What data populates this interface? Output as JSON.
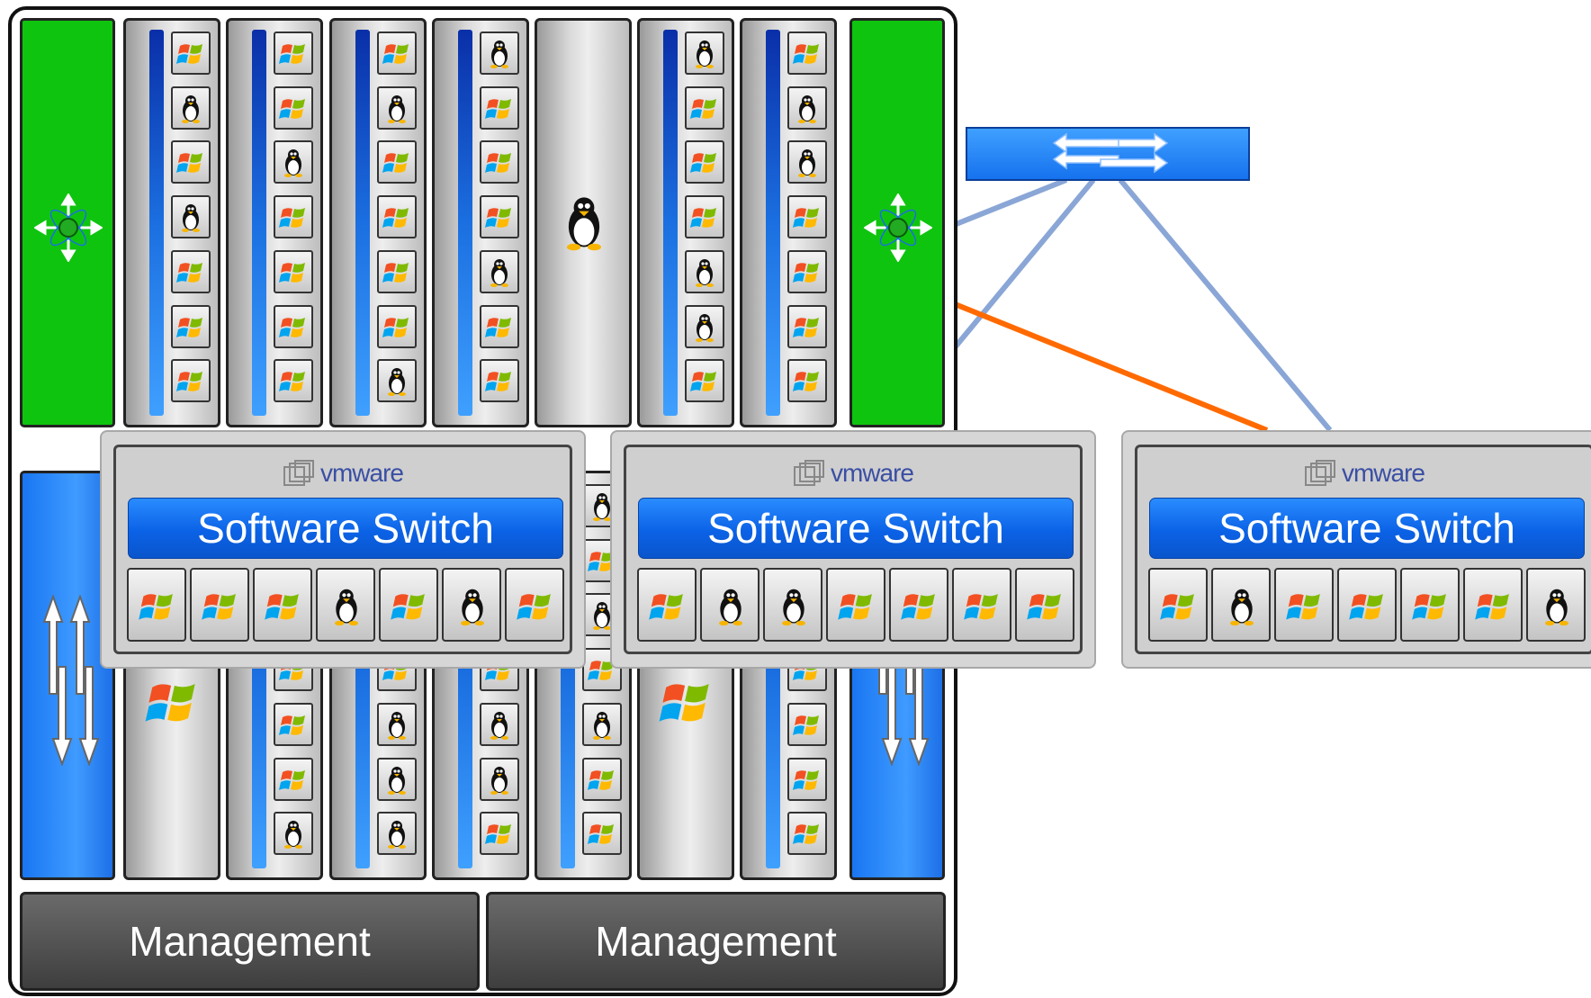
{
  "chassis": {
    "management_modules": [
      {
        "label": "Management"
      },
      {
        "label": "Management"
      }
    ],
    "switch_module_icon": "network-hub-icon",
    "passthrough_module_icon": "bidirectional-arrows-icon"
  },
  "vswitches": [
    {
      "brand": "vmware",
      "title": "Software Switch",
      "vms": [
        "windows",
        "windows",
        "windows",
        "linux",
        "windows",
        "linux",
        "windows"
      ]
    },
    {
      "brand": "vmware",
      "title": "Software Switch",
      "vms": [
        "windows",
        "linux",
        "linux",
        "windows",
        "windows",
        "windows",
        "windows"
      ]
    },
    {
      "brand": "vmware",
      "title": "Software Switch",
      "vms": [
        "windows",
        "linux",
        "windows",
        "windows",
        "windows",
        "windows",
        "linux"
      ]
    }
  ],
  "physical_switch": {
    "icon": "network-switch-arrows-icon"
  },
  "colors": {
    "uplink_blue": "#8aa6d6",
    "uplink_orange": "#ff6a00",
    "switch_module_green": "#0fc40f",
    "vswitch_banner_blue": "#0b62e6"
  },
  "icons": {
    "windows": "windows-logo-icon",
    "linux": "linux-tux-icon"
  }
}
